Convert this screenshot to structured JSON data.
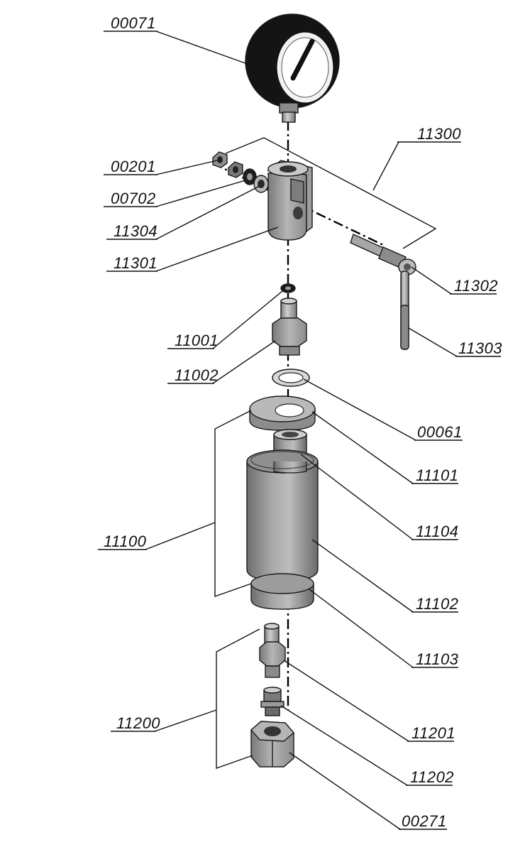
{
  "diagram": {
    "type": "exploded-assembly-drawing",
    "colors": {
      "line": "#111111",
      "part_dark": "#141414",
      "part_mid": "#8a8a8a",
      "part_light": "#c2c2c2",
      "part_highlight": "#e6e6e6",
      "background": "#ffffff"
    },
    "labels": {
      "p00071": "00071",
      "p11300": "11300",
      "p00201": "00201",
      "p00702": "00702",
      "p11304": "11304",
      "p11301": "11301",
      "p11302": "11302",
      "p11303": "11303",
      "p11001": "11001",
      "p11002": "11002",
      "p00061": "00061",
      "p11101": "11101",
      "p11104": "11104",
      "p11100": "11100",
      "p11102": "11102",
      "p11103": "11103",
      "p11200": "11200",
      "p11201": "11201",
      "p11202": "11202",
      "p00271": "00271"
    }
  }
}
